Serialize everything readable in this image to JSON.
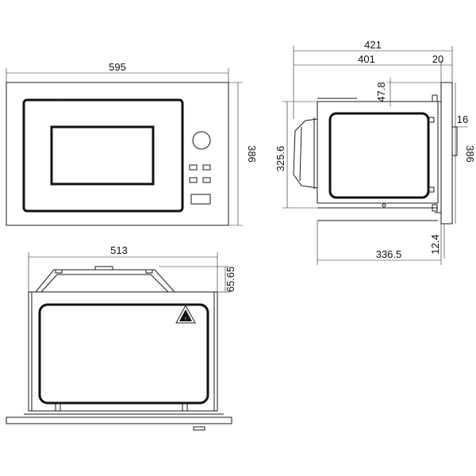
{
  "front_view": {
    "width_label": "595",
    "height_label": "386"
  },
  "side_view": {
    "total_depth_label": "421",
    "body_depth_label": "401",
    "frame_depth_label": "20",
    "top_offset_label": "47.8",
    "frame_thickness_label": "16",
    "height_label": "386",
    "inner_height_label": "325.6",
    "bottom_offset_label": "12.4",
    "base_depth_label": "336.5"
  },
  "top_view": {
    "width_label": "513",
    "top_height_label": "65.65",
    "warning_symbol_text": "!"
  },
  "colors": {
    "line": "#1a1a1a",
    "background": "#ffffff"
  }
}
